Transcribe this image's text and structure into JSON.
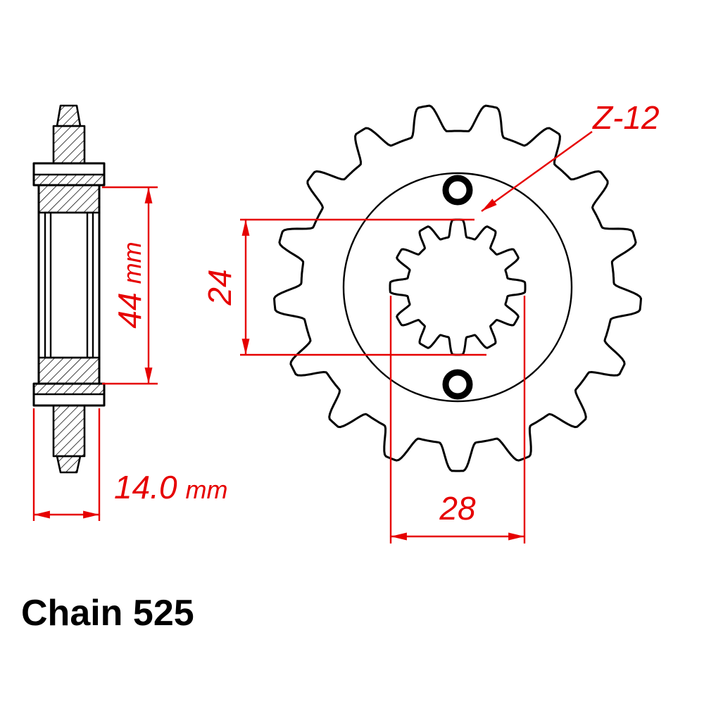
{
  "drawing_title": "Chain 525",
  "front_view": {
    "spline_count_label": "Z-12",
    "dim_spline_height": {
      "value": "24",
      "unit": ""
    },
    "dim_spline_width": {
      "value": "28",
      "unit": ""
    }
  },
  "side_view": {
    "dim_hub_length": {
      "value": "44",
      "unit": "mm"
    },
    "dim_overall_width": {
      "value": "14.0",
      "unit": "mm"
    }
  },
  "geometry_labels": {
    "sprocket_teeth_visible": 17,
    "spline_teeth": 12,
    "bolt_holes": 2
  },
  "colors": {
    "dimension_red": "#e60000",
    "outline_black": "#000000",
    "background": "#ffffff"
  }
}
